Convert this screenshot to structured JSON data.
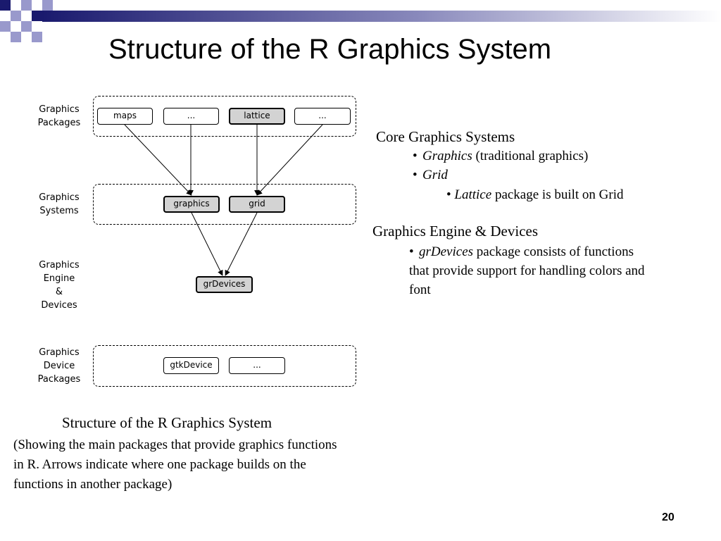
{
  "slide": {
    "title": "Structure of the R Graphics System",
    "number": "20",
    "colors": {
      "accent_dark": "#1a1a6e",
      "accent_light": "#9999cc",
      "package_core_fill": "#d3d3d3"
    }
  },
  "diagram": {
    "layers": [
      {
        "id": "graphics-packages",
        "label_lines": [
          "Graphics",
          "Packages"
        ],
        "packages": [
          {
            "name": "maps",
            "core": false
          },
          {
            "name": "...",
            "core": false
          },
          {
            "name": "lattice",
            "core": true
          },
          {
            "name": "...",
            "core": false
          }
        ]
      },
      {
        "id": "graphics-systems",
        "label_lines": [
          "Graphics",
          "Systems"
        ],
        "packages": [
          {
            "name": "graphics",
            "core": true
          },
          {
            "name": "grid",
            "core": true
          }
        ]
      },
      {
        "id": "graphics-engine",
        "label_lines": [
          "Graphics",
          "Engine",
          "&",
          "Devices"
        ],
        "packages": [
          {
            "name": "grDevices",
            "core": true
          }
        ]
      },
      {
        "id": "graphics-device-packages",
        "label_lines": [
          "Graphics",
          "Device",
          "Packages"
        ],
        "packages": [
          {
            "name": "gtkDevice",
            "core": false
          },
          {
            "name": "...",
            "core": false
          }
        ]
      }
    ],
    "edges": [
      {
        "from": "maps",
        "to": "graphics"
      },
      {
        "from": "...",
        "to": "graphics"
      },
      {
        "from": "lattice",
        "to": "grid"
      },
      {
        "from": "...",
        "to": "grid"
      },
      {
        "from": "graphics",
        "to": "grDevices"
      },
      {
        "from": "grid",
        "to": "grDevices"
      }
    ]
  },
  "notes": {
    "core_heading": "Core Graphics Systems",
    "graphics_term": "Graphics",
    "graphics_desc": "(traditional graphics)",
    "grid_term": "Grid",
    "lattice_term": "Lattice",
    "lattice_desc": "package is built on Grid",
    "engine_heading": "Graphics Engine & Devices",
    "grdevices_term": "grDevices",
    "grdevices_desc_lines": [
      "package consists of functions",
      "that provide support for handling colors and",
      "font"
    ],
    "bullet": "•"
  },
  "caption": {
    "title": "Structure of the R Graphics System",
    "lines": [
      "(Showing the main packages that provide graphics functions",
      "in R. Arrows indicate where one package builds on the",
      "functions in another package)"
    ]
  }
}
